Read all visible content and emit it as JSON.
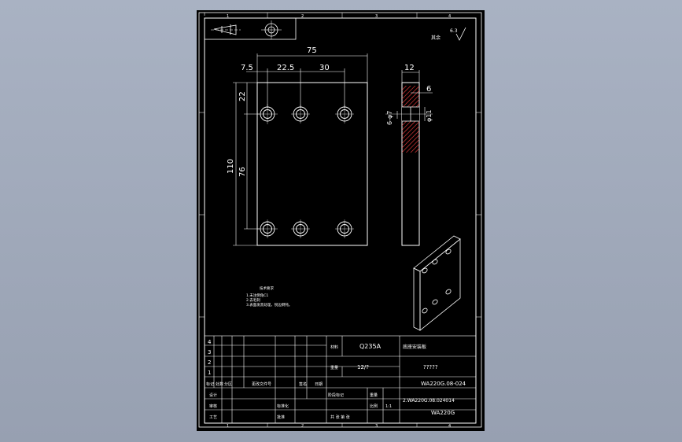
{
  "drawing": {
    "background": "#000000",
    "line_color": "#ffffff",
    "hatch_color": "#ff0000",
    "zone_numbers": {
      "top": [
        "1",
        "2",
        "3",
        "4"
      ],
      "bottom": [
        "1",
        "2",
        "3",
        "4"
      ]
    }
  },
  "front_view": {
    "dims": {
      "overall_width": "75",
      "left_offset": "7.5",
      "hole_spacing_1": "22.5",
      "hole_spacing_2": "30",
      "overall_height": "110",
      "top_offset": "22",
      "hole_vertical_spacing": "76"
    }
  },
  "side_view": {
    "dims": {
      "thickness": "12",
      "counterbore_depth": "6",
      "counterbore_dia": "φ11",
      "hole_dia": "6-φ7"
    }
  },
  "roughness": {
    "value": "6.3",
    "label": "其余"
  },
  "notes": {
    "title": "技术要求",
    "lines": [
      "1.未注倒角C1",
      "2.去毛刺",
      "3.表面发黑处理，锐边倒钝。"
    ]
  },
  "title_block": {
    "material": "Q235A",
    "scale": "1:1",
    "part_name": "底座安装板",
    "drawing_no_1": "WA220G.08-024",
    "drawing_no_2": "2.WA220G.08.024014",
    "product": "WA220G",
    "sheets": "12/?",
    "question": "?????",
    "revision_rows": [
      "4",
      "3",
      "2",
      "1"
    ],
    "header_labels": [
      "标记",
      "处数",
      "分区",
      "更改文件号",
      "签名",
      "日期"
    ],
    "roles": [
      "设计",
      "审核",
      "工艺"
    ],
    "labels": {
      "material": "材料",
      "weight": "重量",
      "stage_mark": "阶段标记",
      "weight2": "重量",
      "scale": "比例",
      "sheet_info": "共 张 第 张",
      "standard": "标准化",
      "approve": "批准"
    }
  }
}
